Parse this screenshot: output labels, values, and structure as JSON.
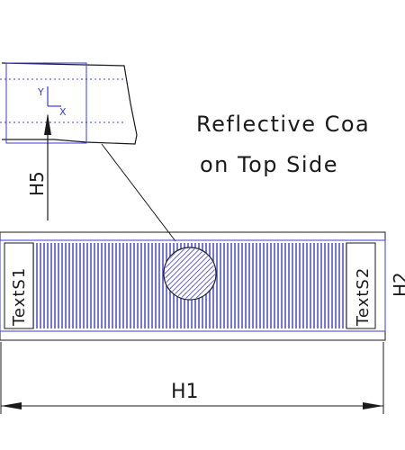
{
  "colors": {
    "line": "#1a1a1a",
    "blue": "#3b3bd6",
    "background": "#ffffff"
  },
  "annotation": {
    "line1": "Reflective Coa",
    "line2": "on Top Side"
  },
  "labels": {
    "text_s1": "TextS1",
    "text_s2": "TextS2",
    "h1": "H1",
    "h5": "H5",
    "h2_partial": "H2"
  },
  "detail": {
    "axis_y": "Y",
    "axis_x": "X"
  },
  "icons": {
    "hatch_pattern": "diagonal-hatch",
    "arrow": "dimension-arrow"
  }
}
